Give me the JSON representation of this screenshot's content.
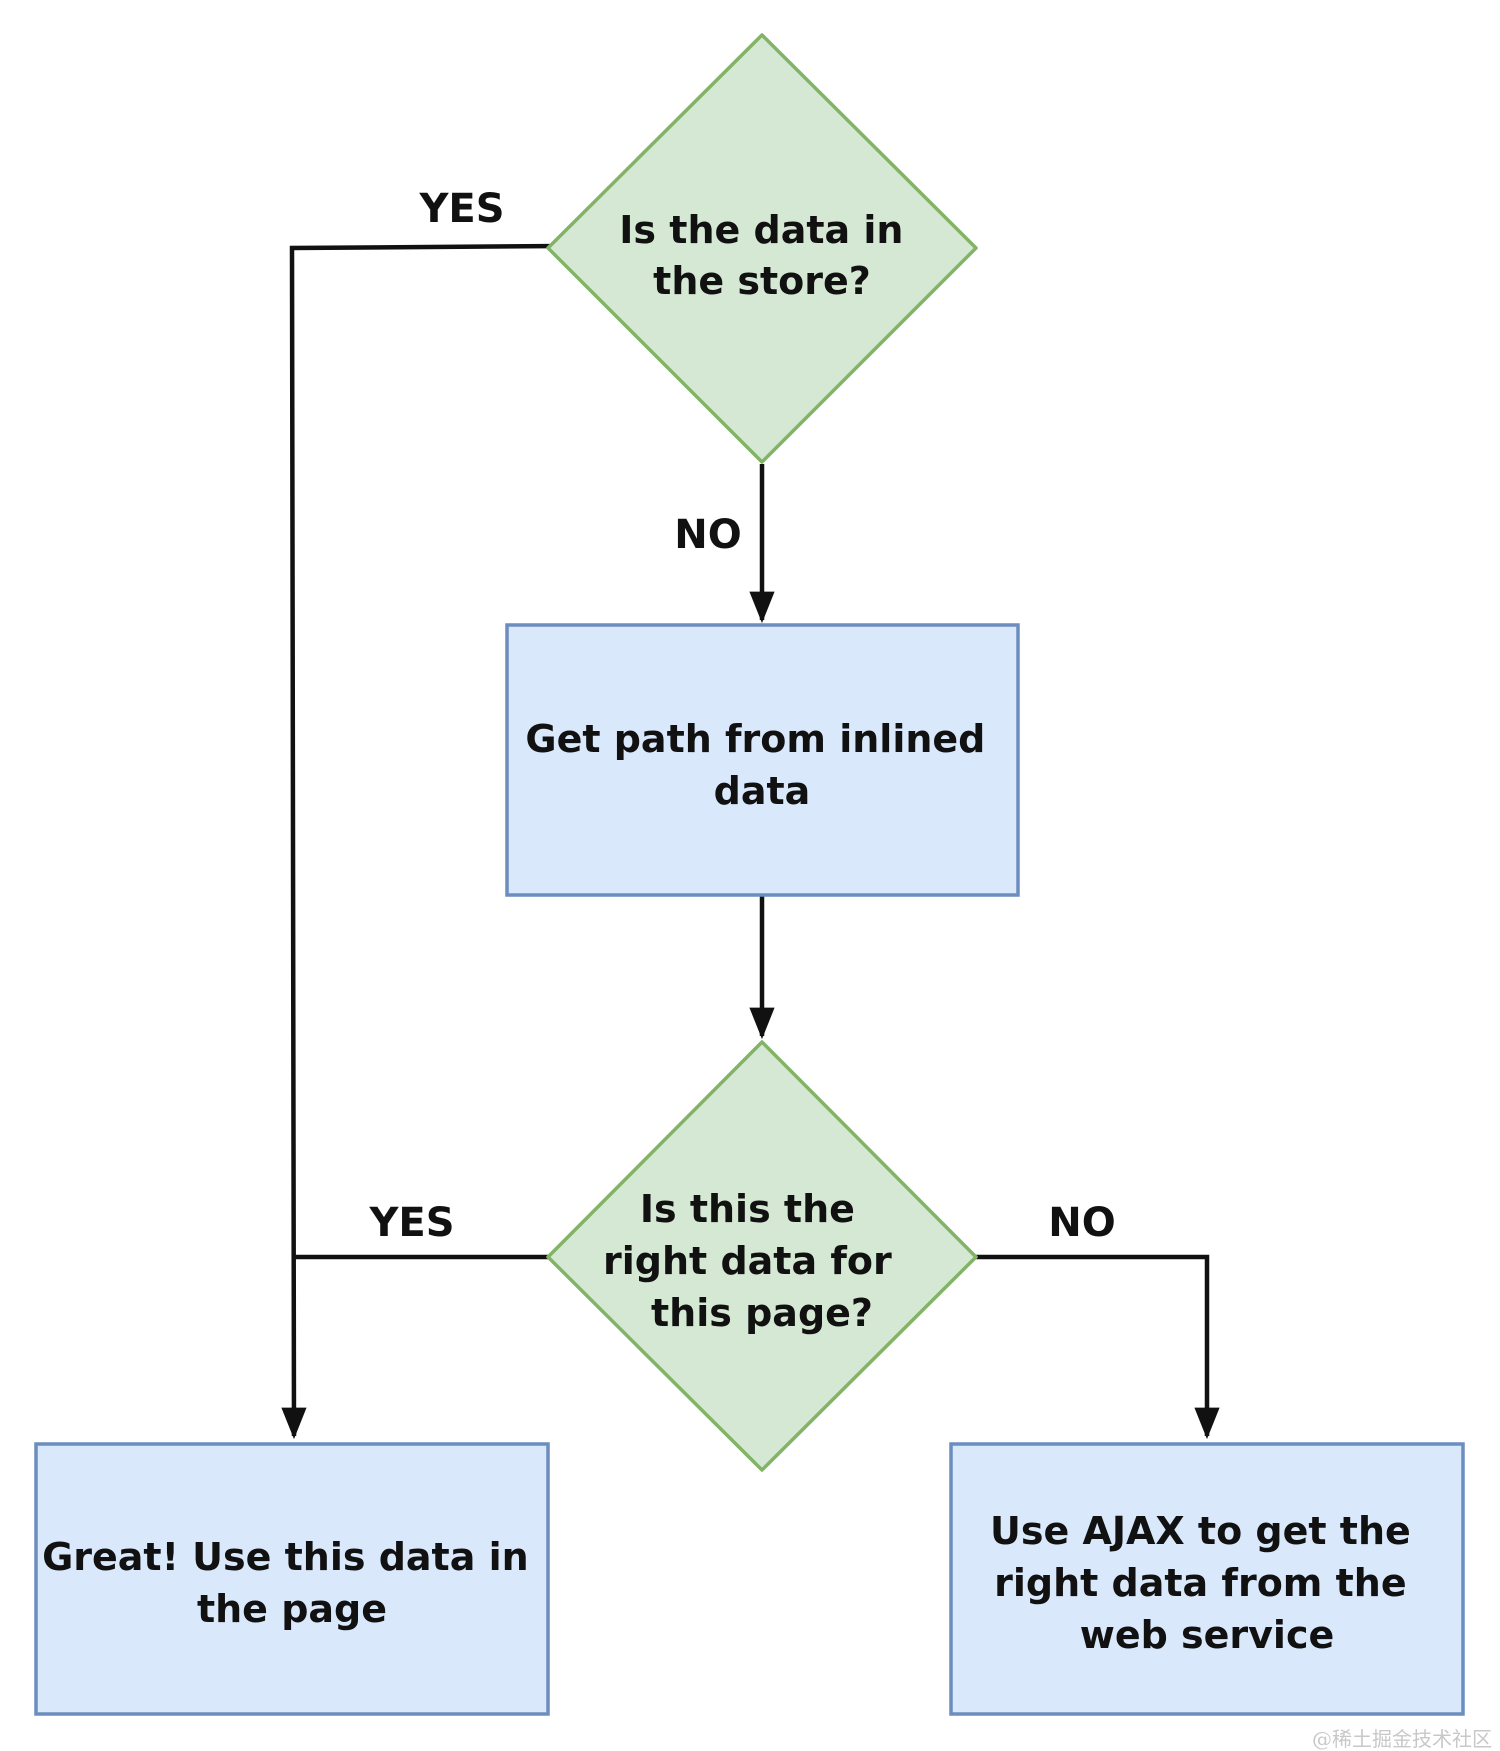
{
  "colors": {
    "decision_fill": "#d5e8d4",
    "decision_stroke": "#82b366",
    "process_fill": "#dae8fc",
    "process_stroke": "#6c8ebf",
    "line": "#111111"
  },
  "nodes": {
    "store_check": {
      "shape": "diamond",
      "lines": [
        "Is the data in",
        "the store?"
      ]
    },
    "get_path": {
      "shape": "rectangle",
      "lines": [
        "Get path from inlined",
        "data"
      ]
    },
    "right_data_check": {
      "shape": "diamond",
      "lines": [
        "Is this the",
        "right data for",
        "this page?"
      ]
    },
    "use_data": {
      "shape": "rectangle",
      "lines": [
        "Great! Use this data in",
        "the page"
      ]
    },
    "use_ajax": {
      "shape": "rectangle",
      "lines": [
        "Use AJAX to get the",
        "right data from the",
        "web service"
      ]
    }
  },
  "edges": {
    "store_yes": {
      "from": "store_check",
      "to": "use_data",
      "label": "YES"
    },
    "store_no": {
      "from": "store_check",
      "to": "get_path",
      "label": "NO"
    },
    "path_to_check": {
      "from": "get_path",
      "to": "right_data_check",
      "label": ""
    },
    "right_yes": {
      "from": "right_data_check",
      "to": "use_data",
      "label": "YES"
    },
    "right_no": {
      "from": "right_data_check",
      "to": "use_ajax",
      "label": "NO"
    }
  },
  "watermark": "@稀土掘金技术社区"
}
